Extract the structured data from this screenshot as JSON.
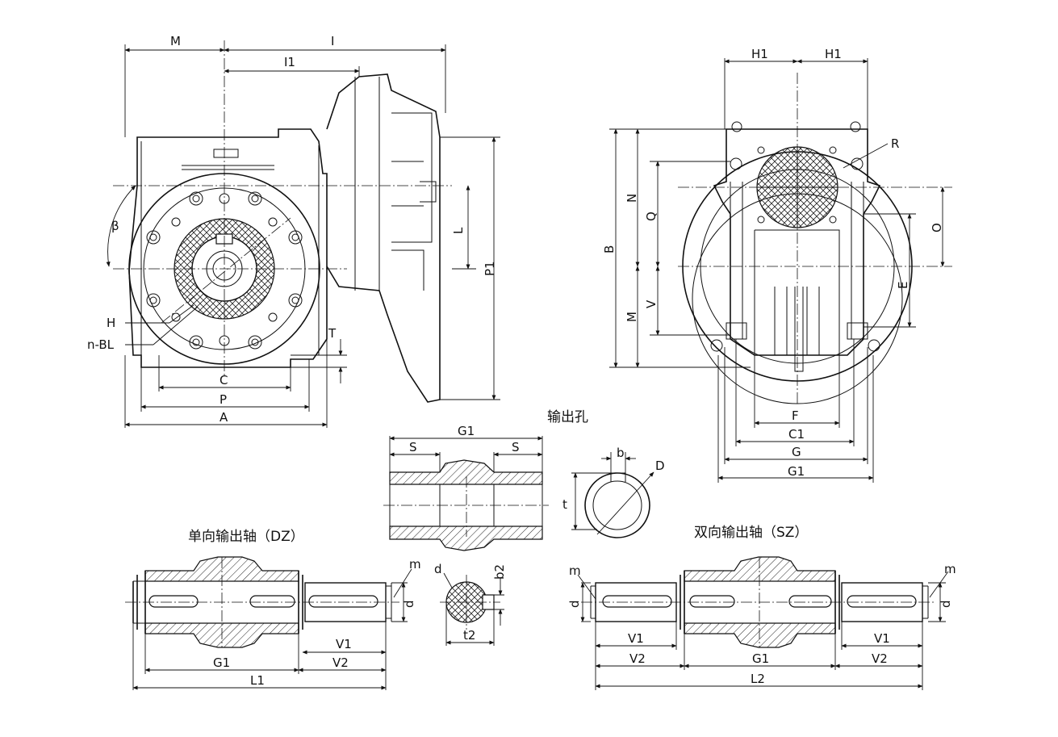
{
  "titles": {
    "output_hole": "输出孔",
    "single_shaft": "单向输出轴（DZ）",
    "double_shaft": "双向输出轴（SZ）"
  },
  "labels": {
    "M": "M",
    "I": "I",
    "I1": "I1",
    "beta": "β",
    "H": "H",
    "nBL": "n-BL",
    "C": "C",
    "P": "P",
    "A": "A",
    "T": "T",
    "L": "L",
    "P1": "P1",
    "H1": "H1",
    "R": "R",
    "B": "B",
    "N": "N",
    "Q": "Q",
    "V": "V",
    "O": "O",
    "E": "E",
    "F": "F",
    "C1": "C1",
    "G": "G",
    "G1": "G1",
    "S": "S",
    "b": "b",
    "D": "D",
    "t": "t",
    "m": "m",
    "d": "d",
    "V1": "V1",
    "V2": "V2",
    "L1": "L1",
    "L2": "L2",
    "b2": "b2",
    "t2": "t2"
  }
}
